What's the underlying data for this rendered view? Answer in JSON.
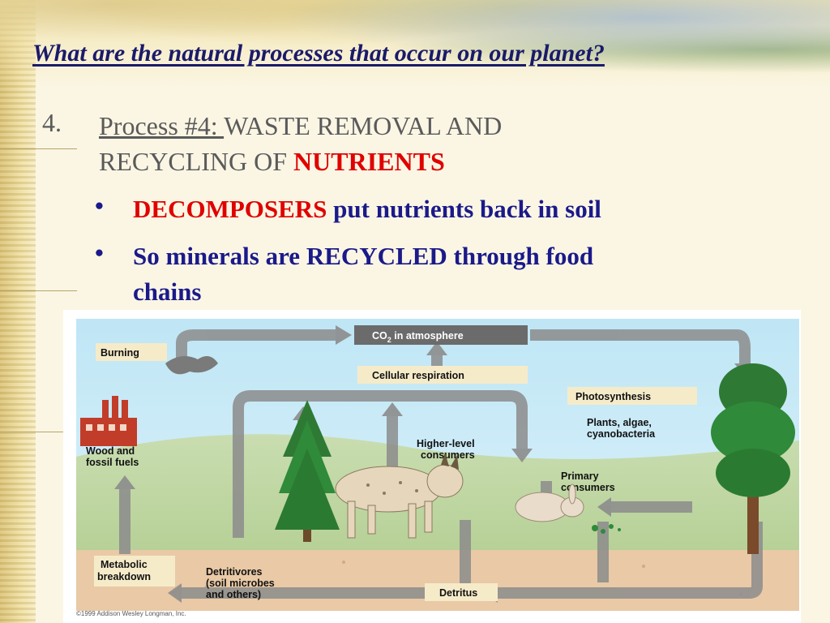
{
  "slide": {
    "title": "What are the natural processes that occur on our planet?",
    "item_number": "4.",
    "item_prefix": "Process #4: ",
    "item_main_1": "WASTE REMOVAL AND",
    "item_main_2": "RECYCLING OF ",
    "item_highlight": "NUTRIENTS",
    "bullets": [
      {
        "symbol": "•",
        "highlight": "DECOMPOSERS",
        "rest": " put nutrients back in soil"
      },
      {
        "symbol": "•",
        "line1": "So minerals are RECYCLED through food",
        "line2": "chains"
      }
    ]
  },
  "diagram": {
    "labels": {
      "co2": "CO",
      "co2_sub": "2",
      "co2_rest": " in atmosphere",
      "respiration": "Cellular respiration",
      "burning": "Burning",
      "photosynthesis": "Photosynthesis",
      "plants_1": "Plants, algae,",
      "plants_2": "cyanobacteria",
      "higher_1": "Higher-level",
      "higher_2": "consumers",
      "primary_1": "Primary",
      "primary_2": "consumers",
      "wood_1": "Wood and",
      "wood_2": "fossil fuels",
      "metabolic_1": "Metabolic",
      "metabolic_2": "breakdown",
      "detritivores_1": "Detritivores",
      "detritivores_2": "(soil microbes",
      "detritivores_3": "and others)",
      "detritus": "Detritus"
    },
    "copyright": "©1999 Addison Wesley Longman, Inc."
  }
}
